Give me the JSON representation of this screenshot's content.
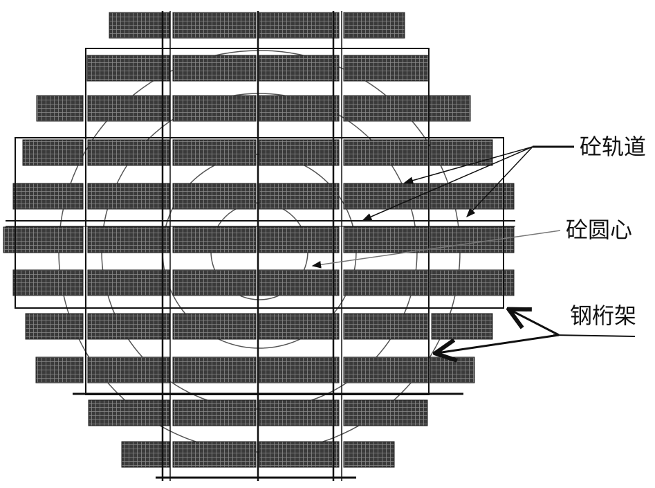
{
  "labels": {
    "rail": "砼轨道",
    "center": "砼圆心",
    "truss": "钢桁架"
  },
  "colors": {
    "block_fill": "#3a3a3a",
    "block_mesh": "#8a8a8a",
    "line": "#111111",
    "circle": "#555555",
    "background": "#ffffff"
  }
}
